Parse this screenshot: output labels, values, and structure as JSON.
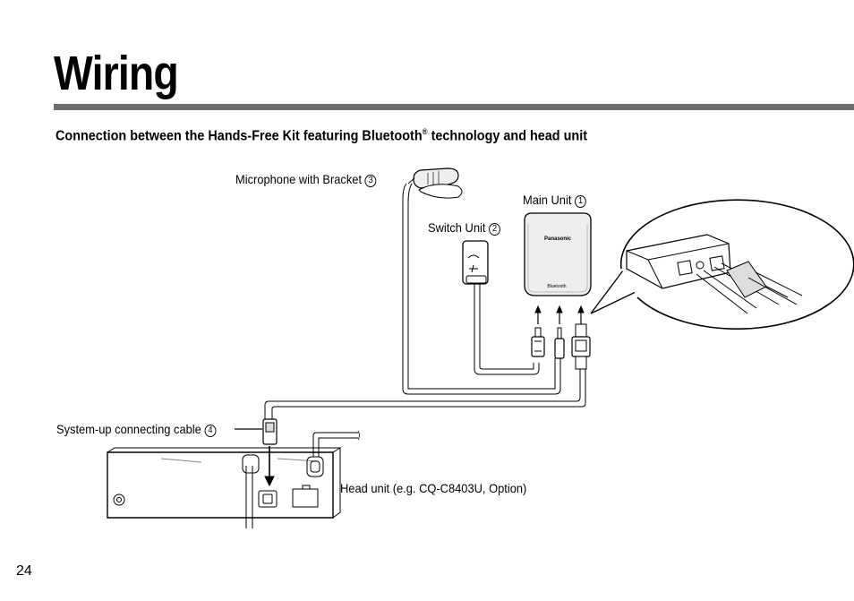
{
  "page": {
    "title": "Wiring",
    "subtitle_main": "Connection between the Hands-Free Kit featuring Bluetooth",
    "subtitle_reg": "®",
    "subtitle_tail": " technology and head unit",
    "page_number": "24"
  },
  "labels": {
    "microphone": "Microphone with Bracket",
    "microphone_num": "3",
    "main_unit": "Main Unit",
    "main_unit_num": "1",
    "switch_unit": "Switch Unit",
    "switch_unit_num": "2",
    "system_cable": "System-up connecting cable",
    "system_cable_num": "4",
    "head_unit": "Head unit (e.g. CQ-C8403U, Option)"
  },
  "device_text": {
    "brand": "Panasonic",
    "bluetooth": "Bluetooth"
  }
}
